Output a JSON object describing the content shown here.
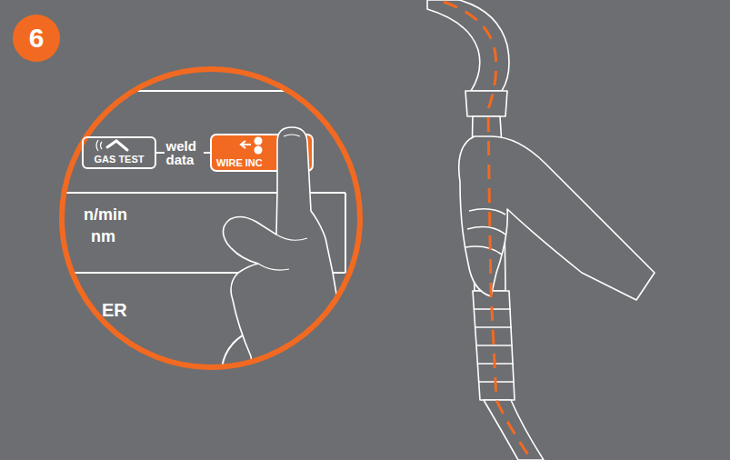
{
  "diagram": {
    "nodes": [
      {
        "text": [
          "6"
        ]
      },
      {
        "text": [
          "GAS TEST"
        ]
      },
      {
        "text": [
          "WIRE INC"
        ]
      }
    ],
    "edges": [
      {
        "from": 1,
        "to": 2,
        "arrow": "none",
        "label": "weld data"
      }
    ],
    "labels": [
      "n/min",
      "nm",
      "ER"
    ]
  }
}
